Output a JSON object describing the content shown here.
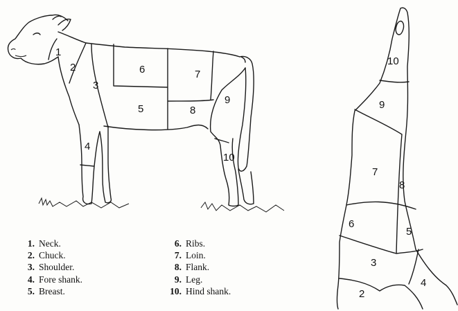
{
  "calf_labels": [
    "1",
    "2",
    "3",
    "4",
    "5",
    "6",
    "7",
    "8",
    "9",
    "10"
  ],
  "side_labels": [
    "10",
    "9",
    "7",
    "8",
    "6",
    "5",
    "3",
    "2",
    "4"
  ],
  "legend": {
    "left": [
      {
        "num": "1.",
        "text": "Neck."
      },
      {
        "num": "2.",
        "text": "Chuck."
      },
      {
        "num": "3.",
        "text": "Shoulder."
      },
      {
        "num": "4.",
        "text": "Fore shank."
      },
      {
        "num": "5.",
        "text": "Breast."
      }
    ],
    "right": [
      {
        "num": "6.",
        "text": "Ribs."
      },
      {
        "num": "7.",
        "text": "Loin."
      },
      {
        "num": "8.",
        "text": "Flank."
      },
      {
        "num": "9.",
        "text": "Leg."
      },
      {
        "num": "10.",
        "text": "Hind shank."
      }
    ]
  }
}
